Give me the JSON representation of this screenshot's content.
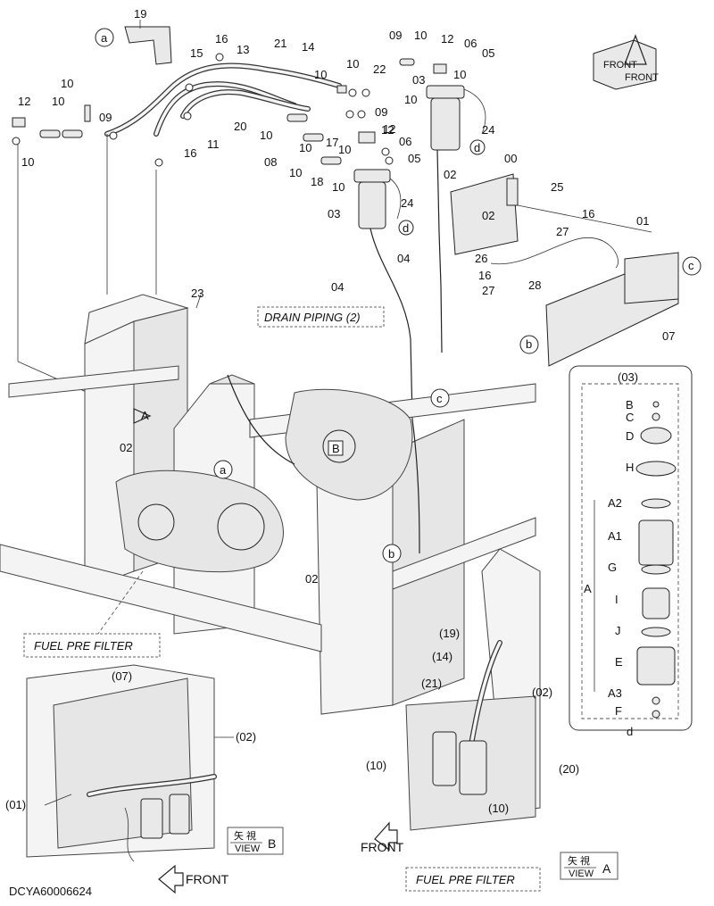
{
  "drawing_id": "DCYA60006624",
  "top_labels": [
    "19",
    "a",
    "16",
    "15",
    "13",
    "21",
    "14",
    "09",
    "10",
    "12",
    "06",
    "05",
    "10",
    "10",
    "22",
    "03",
    "10",
    "10",
    "12",
    "09",
    "10",
    "09",
    "12",
    "10",
    "10",
    "11",
    "16",
    "20",
    "10",
    "10",
    "17",
    "12",
    "10",
    "06",
    "05",
    "08",
    "10",
    "18",
    "10",
    "24",
    "d",
    "03",
    "24",
    "d",
    "02",
    "00",
    "25",
    "02",
    "16",
    "27",
    "01",
    "04",
    "04",
    "26",
    "16",
    "27",
    "28",
    "c",
    "b",
    "07"
  ],
  "callouts": {
    "drain_piping": "DRAIN PIPING (2)",
    "fuel_pre_filter_1": "FUEL PRE FILTER",
    "fuel_pre_filter_2": "FUEL PRE FILTER",
    "front_1": "FRONT",
    "front_2": "FRONT",
    "view_b_kanji": "矢 視",
    "view_b_word": "VIEW",
    "view_b_letter": "B",
    "view_a_kanji": "矢 視",
    "view_a_word": "VIEW",
    "view_a_letter": "A"
  },
  "main_labels": [
    "23",
    "A",
    "02",
    "a",
    "B",
    "c",
    "02",
    "b"
  ],
  "detail_03": {
    "title": "(03)",
    "parts": [
      "B",
      "C",
      "D",
      "H",
      "A2",
      "A1",
      "G",
      "I",
      "J",
      "E",
      "A3",
      "F"
    ],
    "group_label": "A",
    "footer": "d"
  },
  "view_b_labels": [
    "(07)",
    "(02)",
    "(01)"
  ],
  "view_a_labels": [
    "(19)",
    "(14)",
    "(21)",
    "(02)",
    "(10)",
    "(20)",
    "(10)"
  ],
  "compass": {
    "label_1": "FRONT",
    "label_2": "FRONT"
  }
}
